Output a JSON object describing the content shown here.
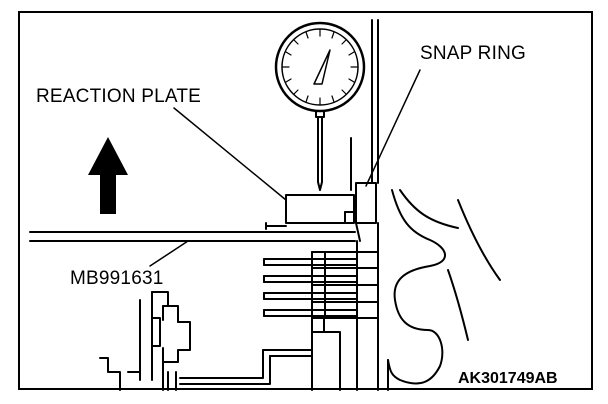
{
  "labels": {
    "snap_ring": "SNAP RING",
    "reaction_plate": "REACTION PLATE",
    "tool": "MB991631",
    "figure_code": "AK301749AB"
  },
  "icons": {
    "arrow": "up-arrow-icon",
    "gauge": "dial-gauge-icon"
  },
  "colors": {
    "line": "#000000",
    "background": "#ffffff"
  }
}
